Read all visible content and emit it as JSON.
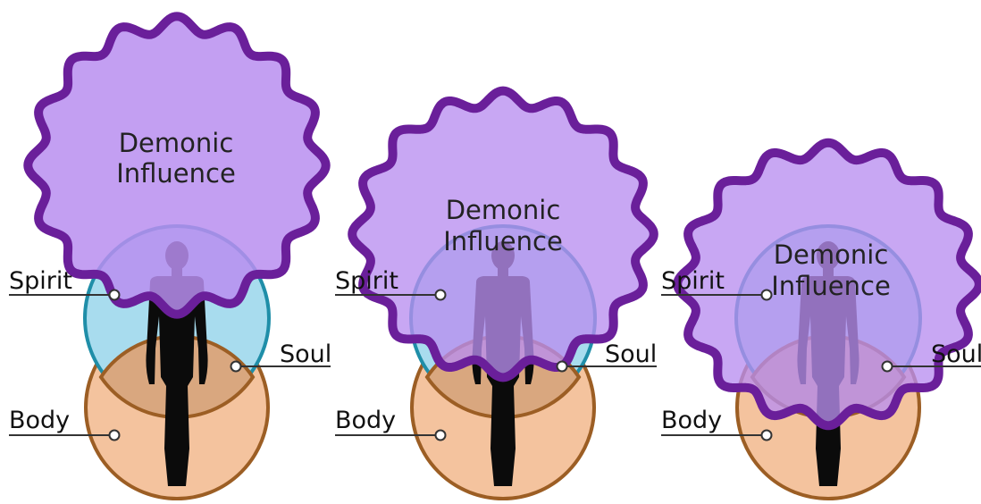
{
  "panels": [
    {
      "influence": [
        "Demonic",
        "Influence"
      ],
      "spirit": "Spirit",
      "soul": "Soul",
      "body": "Body"
    },
    {
      "influence": [
        "Demonic",
        "Influence"
      ],
      "spirit": "Spirit",
      "soul": "Soul",
      "body": "Body"
    },
    {
      "influence": [
        "Demonic",
        "Influence"
      ],
      "spirit": "Spirit",
      "soul": "Soul",
      "body": "Body"
    }
  ],
  "colors": {
    "influence_fill": "#b98ef0",
    "influence_stroke": "#6a1f9a",
    "spirit_fill": "#a8dcee",
    "spirit_stroke": "#1f8ea8",
    "soul_fill": "#d9a77f",
    "body_fill": "#f4c39e",
    "body_stroke": "#9c5e24",
    "figure_dark": "#0b0b0b",
    "figure_purple": "#7a12b8"
  }
}
